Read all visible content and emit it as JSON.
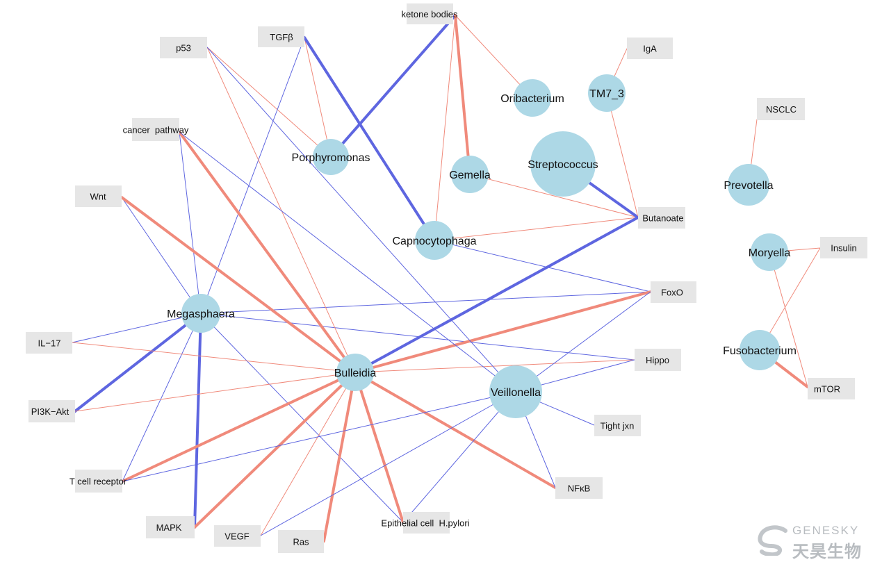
{
  "colors": {
    "node_fill": "#add8e6",
    "pathway_box": "#e6e6e6",
    "positive_edge": "#f08a7b",
    "negative_edge": "#5e66e0",
    "text": "#111111",
    "watermark": "#b8bcc0"
  },
  "genera": [
    {
      "id": "porphyromonas",
      "label": "Porphyromonas"
    },
    {
      "id": "oribacterium",
      "label": "Oribacterium"
    },
    {
      "id": "tm7_3",
      "label": "TM7_3"
    },
    {
      "id": "gemella",
      "label": "Gemella"
    },
    {
      "id": "streptococcus",
      "label": "Streptococcus"
    },
    {
      "id": "prevotella",
      "label": "Prevotella"
    },
    {
      "id": "capnocytophaga",
      "label": "Capnocytophaga"
    },
    {
      "id": "moryella",
      "label": "Moryella"
    },
    {
      "id": "megasphaera",
      "label": "Megasphaera"
    },
    {
      "id": "bulleidia",
      "label": "Bulleidia"
    },
    {
      "id": "veillonella",
      "label": "Veillonella"
    },
    {
      "id": "fusobacterium",
      "label": "Fusobacterium"
    }
  ],
  "pathways": [
    {
      "id": "ketone",
      "label": "ketone bodies"
    },
    {
      "id": "tgfb",
      "label": "TGFβ"
    },
    {
      "id": "p53",
      "label": "p53"
    },
    {
      "id": "iga",
      "label": "IgA"
    },
    {
      "id": "nsclc",
      "label": "NSCLC"
    },
    {
      "id": "cancer",
      "label": "cancer  pathway"
    },
    {
      "id": "wnt",
      "label": "Wnt"
    },
    {
      "id": "butanoate",
      "label": "Butanoate"
    },
    {
      "id": "insulin",
      "label": "Insulin"
    },
    {
      "id": "foxo",
      "label": "FoxO"
    },
    {
      "id": "il17",
      "label": "IL−17"
    },
    {
      "id": "hippo",
      "label": "Hippo"
    },
    {
      "id": "pi3k",
      "label": "PI3K−Akt"
    },
    {
      "id": "mtor",
      "label": "mTOR"
    },
    {
      "id": "tightjxn",
      "label": "Tight jxn"
    },
    {
      "id": "tcell",
      "label": "T cell receptor"
    },
    {
      "id": "nfkb",
      "label": "NFκB"
    },
    {
      "id": "mapk",
      "label": "MAPK"
    },
    {
      "id": "vegf",
      "label": "VEGF"
    },
    {
      "id": "ras",
      "label": "Ras"
    },
    {
      "id": "epithelial",
      "label": "Epithelial cell  H.pylori"
    }
  ],
  "edges": [
    {
      "from": "porphyromonas",
      "to": "ketone",
      "sign": "negative",
      "weight": 3
    },
    {
      "from": "porphyromonas",
      "to": "tgfb",
      "sign": "positive",
      "weight": 1
    },
    {
      "from": "porphyromonas",
      "to": "p53",
      "sign": "positive",
      "weight": 1
    },
    {
      "from": "capnocytophaga",
      "to": "tgfb",
      "sign": "negative",
      "weight": 3
    },
    {
      "from": "capnocytophaga",
      "to": "ketone",
      "sign": "positive",
      "weight": 1
    },
    {
      "from": "capnocytophaga",
      "to": "butanoate",
      "sign": "positive",
      "weight": 1
    },
    {
      "from": "capnocytophaga",
      "to": "foxo",
      "sign": "negative",
      "weight": 1
    },
    {
      "from": "gemella",
      "to": "ketone",
      "sign": "positive",
      "weight": 3
    },
    {
      "from": "gemella",
      "to": "butanoate",
      "sign": "positive",
      "weight": 1
    },
    {
      "from": "oribacterium",
      "to": "ketone",
      "sign": "positive",
      "weight": 1
    },
    {
      "from": "streptococcus",
      "to": "butanoate",
      "sign": "negative",
      "weight": 3
    },
    {
      "from": "tm7_3",
      "to": "iga",
      "sign": "positive",
      "weight": 1
    },
    {
      "from": "tm7_3",
      "to": "butanoate",
      "sign": "positive",
      "weight": 1
    },
    {
      "from": "prevotella",
      "to": "nsclc",
      "sign": "positive",
      "weight": 1
    },
    {
      "from": "moryella",
      "to": "insulin",
      "sign": "positive",
      "weight": 1
    },
    {
      "from": "moryella",
      "to": "mtor",
      "sign": "positive",
      "weight": 1
    },
    {
      "from": "fusobacterium",
      "to": "insulin",
      "sign": "positive",
      "weight": 1
    },
    {
      "from": "fusobacterium",
      "to": "mtor",
      "sign": "positive",
      "weight": 3
    },
    {
      "from": "megasphaera",
      "to": "tgfb",
      "sign": "negative",
      "weight": 1
    },
    {
      "from": "megasphaera",
      "to": "cancer",
      "sign": "negative",
      "weight": 1
    },
    {
      "from": "megasphaera",
      "to": "wnt",
      "sign": "negative",
      "weight": 1
    },
    {
      "from": "megasphaera",
      "to": "il17",
      "sign": "negative",
      "weight": 1
    },
    {
      "from": "megasphaera",
      "to": "pi3k",
      "sign": "negative",
      "weight": 3
    },
    {
      "from": "megasphaera",
      "to": "mapk",
      "sign": "negative",
      "weight": 3
    },
    {
      "from": "megasphaera",
      "to": "tcell",
      "sign": "negative",
      "weight": 1
    },
    {
      "from": "megasphaera",
      "to": "foxo",
      "sign": "negative",
      "weight": 1
    },
    {
      "from": "megasphaera",
      "to": "hippo",
      "sign": "negative",
      "weight": 1
    },
    {
      "from": "megasphaera",
      "to": "epithelial",
      "sign": "negative",
      "weight": 1
    },
    {
      "from": "bulleidia",
      "to": "p53",
      "sign": "positive",
      "weight": 1
    },
    {
      "from": "bulleidia",
      "to": "cancer",
      "sign": "positive",
      "weight": 3
    },
    {
      "from": "bulleidia",
      "to": "wnt",
      "sign": "positive",
      "weight": 3
    },
    {
      "from": "bulleidia",
      "to": "butanoate",
      "sign": "negative",
      "weight": 3
    },
    {
      "from": "bulleidia",
      "to": "foxo",
      "sign": "positive",
      "weight": 3
    },
    {
      "from": "bulleidia",
      "to": "hippo",
      "sign": "positive",
      "weight": 1
    },
    {
      "from": "bulleidia",
      "to": "il17",
      "sign": "positive",
      "weight": 1
    },
    {
      "from": "bulleidia",
      "to": "pi3k",
      "sign": "positive",
      "weight": 1
    },
    {
      "from": "bulleidia",
      "to": "tcell",
      "sign": "positive",
      "weight": 3
    },
    {
      "from": "bulleidia",
      "to": "mapk",
      "sign": "positive",
      "weight": 3
    },
    {
      "from": "bulleidia",
      "to": "vegf",
      "sign": "positive",
      "weight": 1
    },
    {
      "from": "bulleidia",
      "to": "ras",
      "sign": "positive",
      "weight": 3
    },
    {
      "from": "bulleidia",
      "to": "epithelial",
      "sign": "positive",
      "weight": 3
    },
    {
      "from": "bulleidia",
      "to": "nfkb",
      "sign": "positive",
      "weight": 3
    },
    {
      "from": "veillonella",
      "to": "p53",
      "sign": "negative",
      "weight": 1
    },
    {
      "from": "veillonella",
      "to": "cancer",
      "sign": "negative",
      "weight": 1
    },
    {
      "from": "veillonella",
      "to": "foxo",
      "sign": "negative",
      "weight": 1
    },
    {
      "from": "veillonella",
      "to": "hippo",
      "sign": "negative",
      "weight": 1
    },
    {
      "from": "veillonella",
      "to": "tightjxn",
      "sign": "negative",
      "weight": 1
    },
    {
      "from": "veillonella",
      "to": "nfkb",
      "sign": "negative",
      "weight": 1
    },
    {
      "from": "veillonella",
      "to": "tcell",
      "sign": "negative",
      "weight": 1
    },
    {
      "from": "veillonella",
      "to": "vegf",
      "sign": "negative",
      "weight": 1
    },
    {
      "from": "veillonella",
      "to": "epithelial",
      "sign": "negative",
      "weight": 1
    }
  ],
  "watermark": {
    "brand_en": "GENESKY",
    "brand_cn": "天昊生物"
  }
}
